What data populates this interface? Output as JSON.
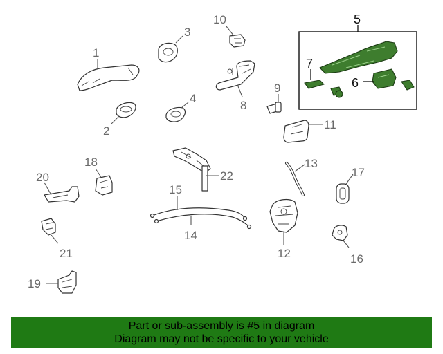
{
  "diagram": {
    "callouts": [
      "1",
      "2",
      "3",
      "4",
      "5",
      "6",
      "7",
      "8",
      "9",
      "10",
      "11",
      "12",
      "13",
      "14",
      "15",
      "16",
      "17",
      "18",
      "19",
      "20",
      "21",
      "22"
    ],
    "highlight_color": "#3e7d2e"
  },
  "banner": {
    "line1": "Part or sub-assembly is #5 in diagram",
    "line2": "Diagram may not be specific to your vehicle",
    "background": "#1f7a14"
  }
}
